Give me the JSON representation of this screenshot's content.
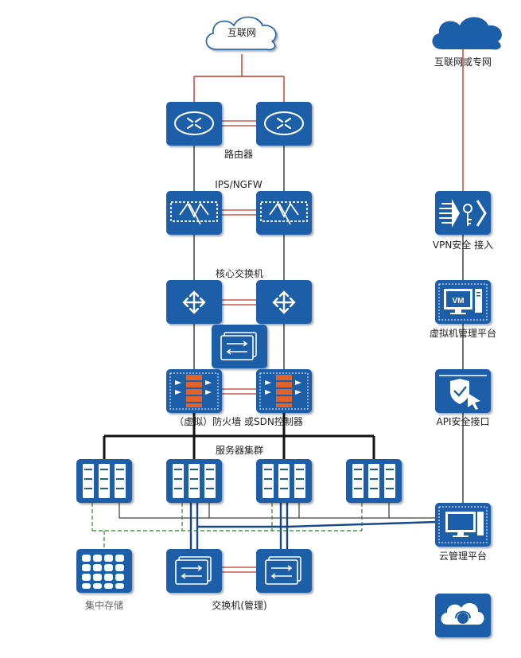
{
  "colors": {
    "device_blue": "#1b5fa8",
    "link_red": "#c0392b",
    "link_black": "#111111",
    "link_blue": "#15478c",
    "mgmt_green": "#2e7d32",
    "firewall_brick": "#e0622a"
  },
  "left_column": {
    "internet": "互联网",
    "router": "路由器",
    "ips_ngfw": "IPS/NGFW",
    "core_switch": "核心交换机",
    "firewall_sdn": "（虚拟）防火墙 或SDN控制器",
    "server_cluster": "服务器集群",
    "storage": "集中存储",
    "mgmt_switch": "交换机(管理)"
  },
  "right_column": {
    "internet_private": "互联网或专网",
    "vpn": "VPN安全 接入",
    "vm_platform": "虚拟机管理平台",
    "vm_badge": "VM",
    "api": "API安全接口",
    "cloud_platform": "云管理平台"
  },
  "icons": {
    "internet": "cloud-icon",
    "router": "router-icon",
    "ips": "ips-ngfw-icon",
    "core_switch": "core-switch-icon",
    "sdn": "sdn-controller-icon",
    "firewall": "firewall-icon",
    "server": "server-rack-icon",
    "storage": "storage-icon",
    "mgmt_switch": "switch-icon",
    "vpn": "vpn-icon",
    "vm": "vm-monitor-icon",
    "api": "api-shield-icon",
    "cloud_mgmt": "monitor-icon",
    "support": "cloud-support-icon"
  }
}
